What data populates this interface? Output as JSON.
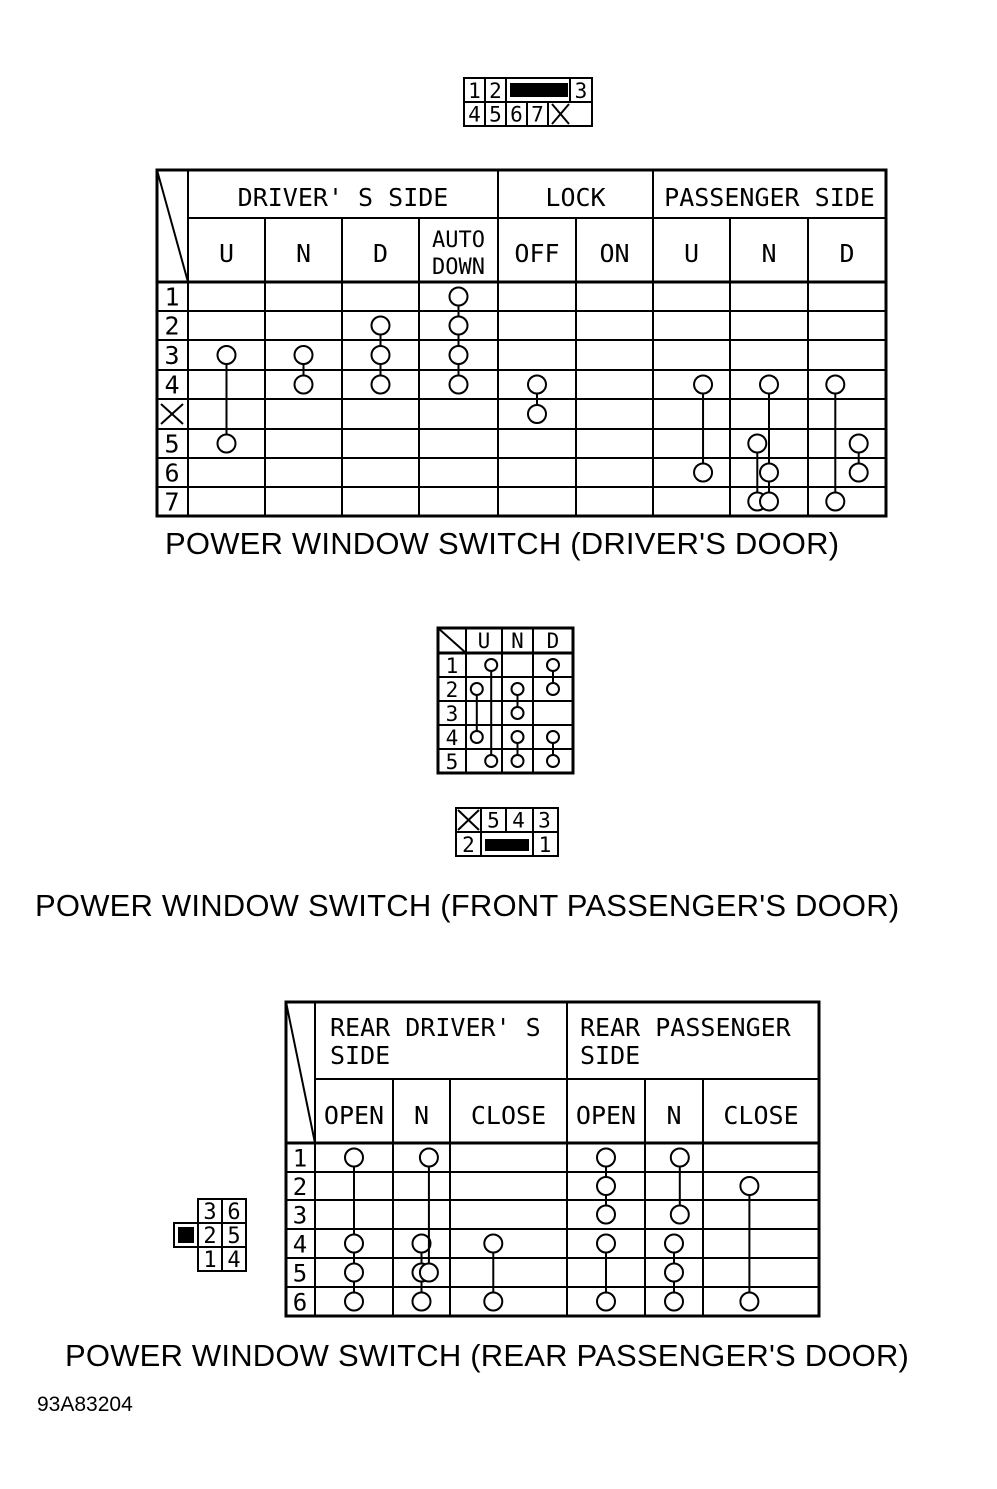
{
  "connectors": {
    "driver": {
      "top": [
        "1",
        "2",
        "",
        "3"
      ],
      "bottom": [
        "4",
        "5",
        "6",
        "7",
        "X"
      ]
    },
    "front": {
      "top": [
        "X",
        "5",
        "4",
        "3"
      ],
      "bottom": [
        "2",
        "",
        "1"
      ]
    },
    "rear": {
      "rows": [
        [
          "",
          "3",
          "6"
        ],
        [
          "",
          "2",
          "5"
        ],
        [
          "",
          "1",
          "4"
        ]
      ]
    }
  },
  "tables": {
    "driver": {
      "groups": [
        "DRIVER' S SIDE",
        "LOCK",
        "PASSENGER SIDE"
      ],
      "columns": [
        "U",
        "N",
        "D",
        "AUTO DOWN",
        "OFF",
        "ON",
        "U",
        "N",
        "D"
      ],
      "rows": [
        "1",
        "2",
        "3",
        "4",
        "X",
        "5",
        "6",
        "7"
      ],
      "connections": [
        {
          "col": 0,
          "rows": [
            2,
            5
          ]
        },
        {
          "col": 1,
          "rows": [
            2,
            3
          ]
        },
        {
          "col": 2,
          "rows": [
            1,
            2,
            3
          ]
        },
        {
          "col": 3,
          "rows": [
            0,
            1,
            2,
            3
          ]
        },
        {
          "col": 4,
          "rows": [
            3,
            4
          ]
        },
        {
          "col": 6.65,
          "rows": [
            3,
            6
          ]
        },
        {
          "col": 7.35,
          "rows": [
            5,
            7
          ]
        },
        {
          "col": 7.5,
          "rows": [
            3,
            6,
            7
          ]
        },
        {
          "col": 8.35,
          "rows": [
            3,
            7
          ]
        },
        {
          "col": 8.65,
          "rows": [
            5,
            6
          ]
        }
      ]
    },
    "front": {
      "columns": [
        "U",
        "N",
        "D"
      ],
      "rows": [
        "1",
        "2",
        "3",
        "4",
        "5"
      ],
      "connections": [
        {
          "col": 0.3,
          "rows": [
            1,
            3
          ]
        },
        {
          "col": 0.7,
          "rows": [
            0,
            4
          ]
        },
        {
          "col": 1,
          "rows": [
            1,
            2
          ]
        },
        {
          "col": 1,
          "rows": [
            3,
            4
          ]
        },
        {
          "col": 2,
          "rows": [
            0,
            1
          ]
        },
        {
          "col": 2,
          "rows": [
            3,
            4
          ]
        }
      ]
    },
    "rear": {
      "groups": [
        "REAR DRIVER' S SIDE",
        "REAR PASSENGER SIDE"
      ],
      "columns": [
        "OPEN",
        "N",
        "CLOSE",
        "OPEN",
        "N",
        "CLOSE"
      ],
      "rows": [
        "1",
        "2",
        "3",
        "4",
        "5",
        "6"
      ],
      "connections": [
        {
          "col": 0,
          "rows": [
            0,
            3,
            4,
            5
          ]
        },
        {
          "col": 1,
          "rows": [
            3,
            4,
            5
          ]
        },
        {
          "col": 1.63,
          "rows": [
            0,
            4
          ]
        },
        {
          "col": 2.37,
          "rows": [
            3,
            5
          ]
        },
        {
          "col": 3,
          "rows": [
            0,
            1,
            2
          ]
        },
        {
          "col": 3,
          "rows": [
            3,
            5
          ]
        },
        {
          "col": 4,
          "rows": [
            3,
            4,
            5
          ]
        },
        {
          "col": 4.6,
          "rows": [
            0,
            2
          ]
        },
        {
          "col": 5.4,
          "rows": [
            1,
            5
          ]
        }
      ]
    }
  },
  "captions": {
    "driver": "POWER WINDOW SWITCH (DRIVER'S DOOR)",
    "front": "POWER WINDOW SWITCH (FRONT PASSENGER'S DOOR)",
    "rear": "POWER WINDOW SWITCH (REAR PASSENGER'S DOOR)"
  },
  "figure_code": "93A83204"
}
